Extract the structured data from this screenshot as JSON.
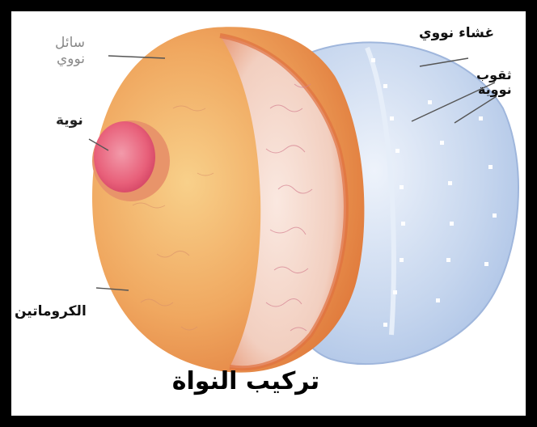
{
  "labels": {
    "nucleoplasm": "سائل\nنووي",
    "nucleolus": "نوية",
    "chromatin": "الكروماتين",
    "nuclear_membrane": "غشاء نووي",
    "nuclear_pores": "ثقوب\nنووية"
  },
  "caption": "تركيب النواة",
  "colors": {
    "border": "#000000",
    "nucleus_orange": "#f0a860",
    "cut_face": "#f3d2c2",
    "nucleolus_pink": "#e8607a",
    "membrane_blue": "#b8cbe8"
  }
}
